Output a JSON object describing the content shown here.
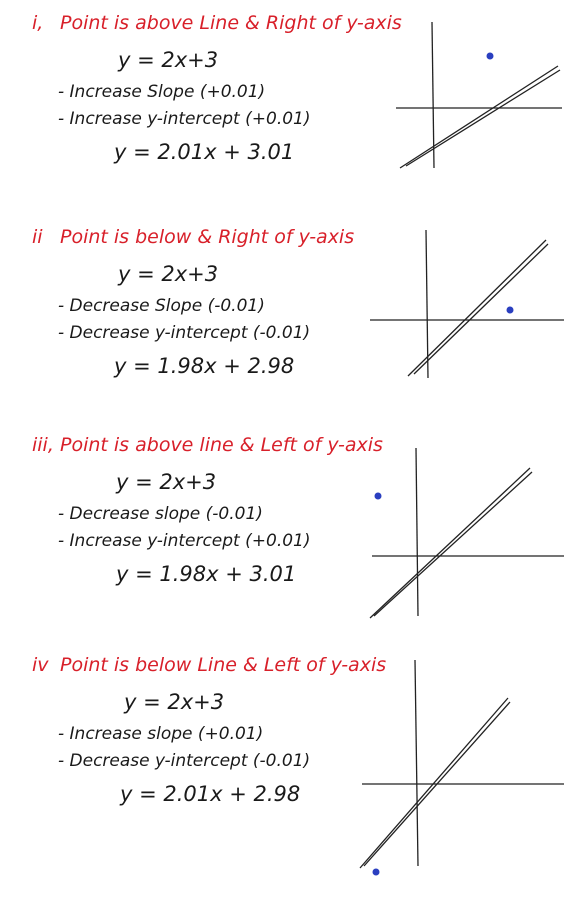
{
  "cases": [
    {
      "numeral": "i,",
      "heading": "Point is above Line & Right of y-axis",
      "equation": "y = 2x+3",
      "step1": "- Increase Slope (+0.01)",
      "step2": "- Increase y-intercept (+0.01)",
      "result": "y = 2.01x + 3.01"
    },
    {
      "numeral": "ii",
      "heading": "Point is below & Right of y-axis",
      "equation": "y = 2x+3",
      "step1": "- Decrease Slope (-0.01)",
      "step2": "- Decrease y-intercept (-0.01)",
      "result": "y = 1.98x + 2.98"
    },
    {
      "numeral": "iii,",
      "heading": "Point is above line & Left of y-axis",
      "equation": "y = 2x+3",
      "step1": "- Decrease slope (-0.01)",
      "step2": "- Increase y-intercept (+0.01)",
      "result": "y = 1.98x + 3.01"
    },
    {
      "numeral": "iv",
      "heading": "Point is below Line & Left of y-axis",
      "equation": "y = 2x+3",
      "step1": "- Increase slope (+0.01)",
      "step2": "- Decrease y-intercept (-0.01)",
      "result": "y = 2.01x + 2.98"
    }
  ],
  "colors": {
    "heading": "#d8202a",
    "body": "#1a1a1a",
    "result": "#2a3fc0",
    "point": "#2a3fc0"
  }
}
